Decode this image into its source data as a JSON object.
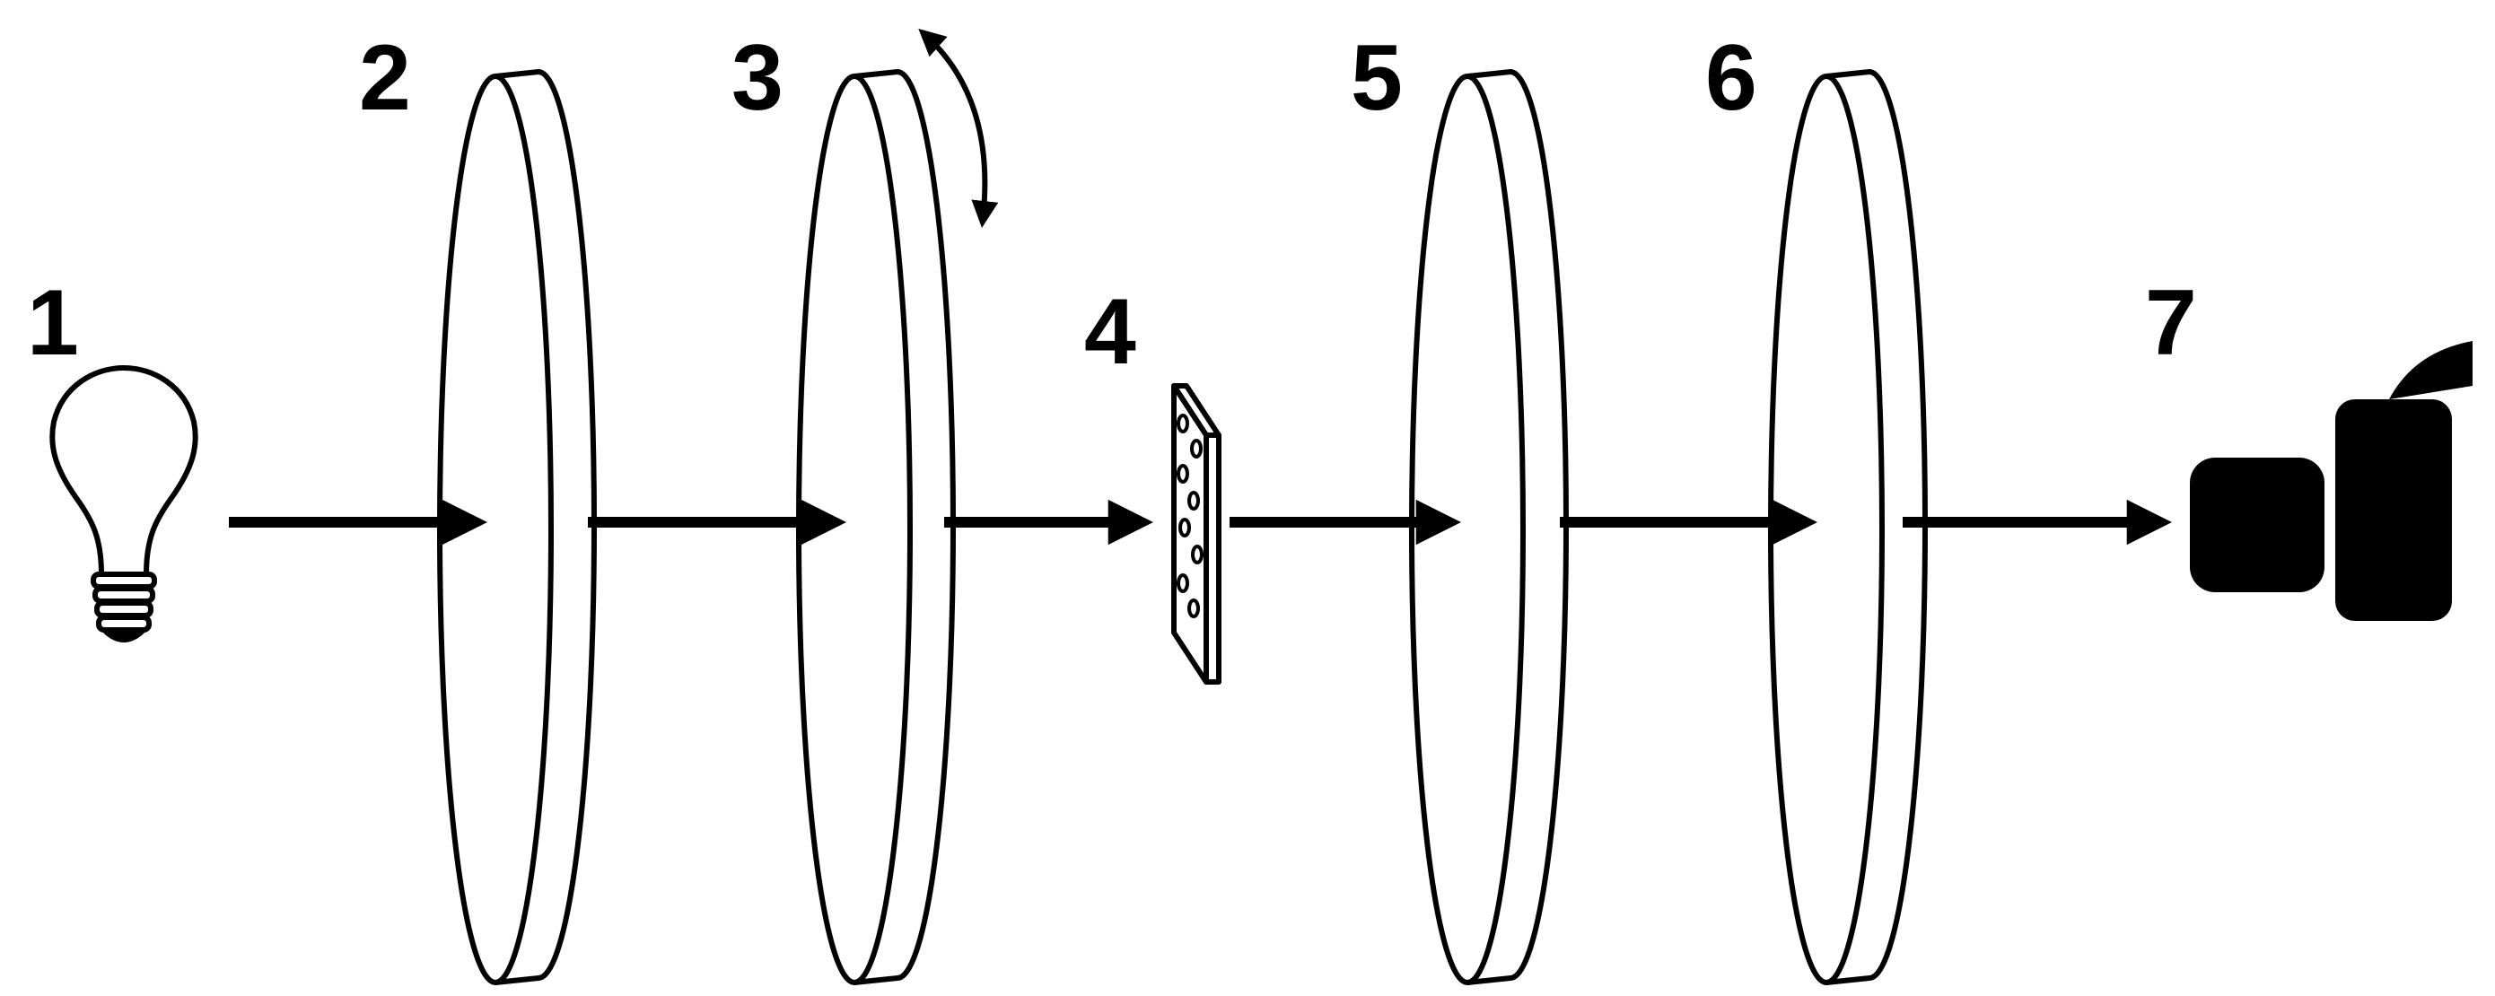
{
  "labels": {
    "light_source": "1",
    "polarizer_1": "2",
    "polarizer_2": "3",
    "sample": "4",
    "polarizer_3": "5",
    "polarizer_4": "6",
    "camera": "7"
  },
  "icons": {
    "light_source": "light-bulb-icon",
    "camera": "camera-icon",
    "rotation": "curved-double-arrow-icon"
  },
  "colors": {
    "stroke": "#000000",
    "background": "#ffffff"
  }
}
